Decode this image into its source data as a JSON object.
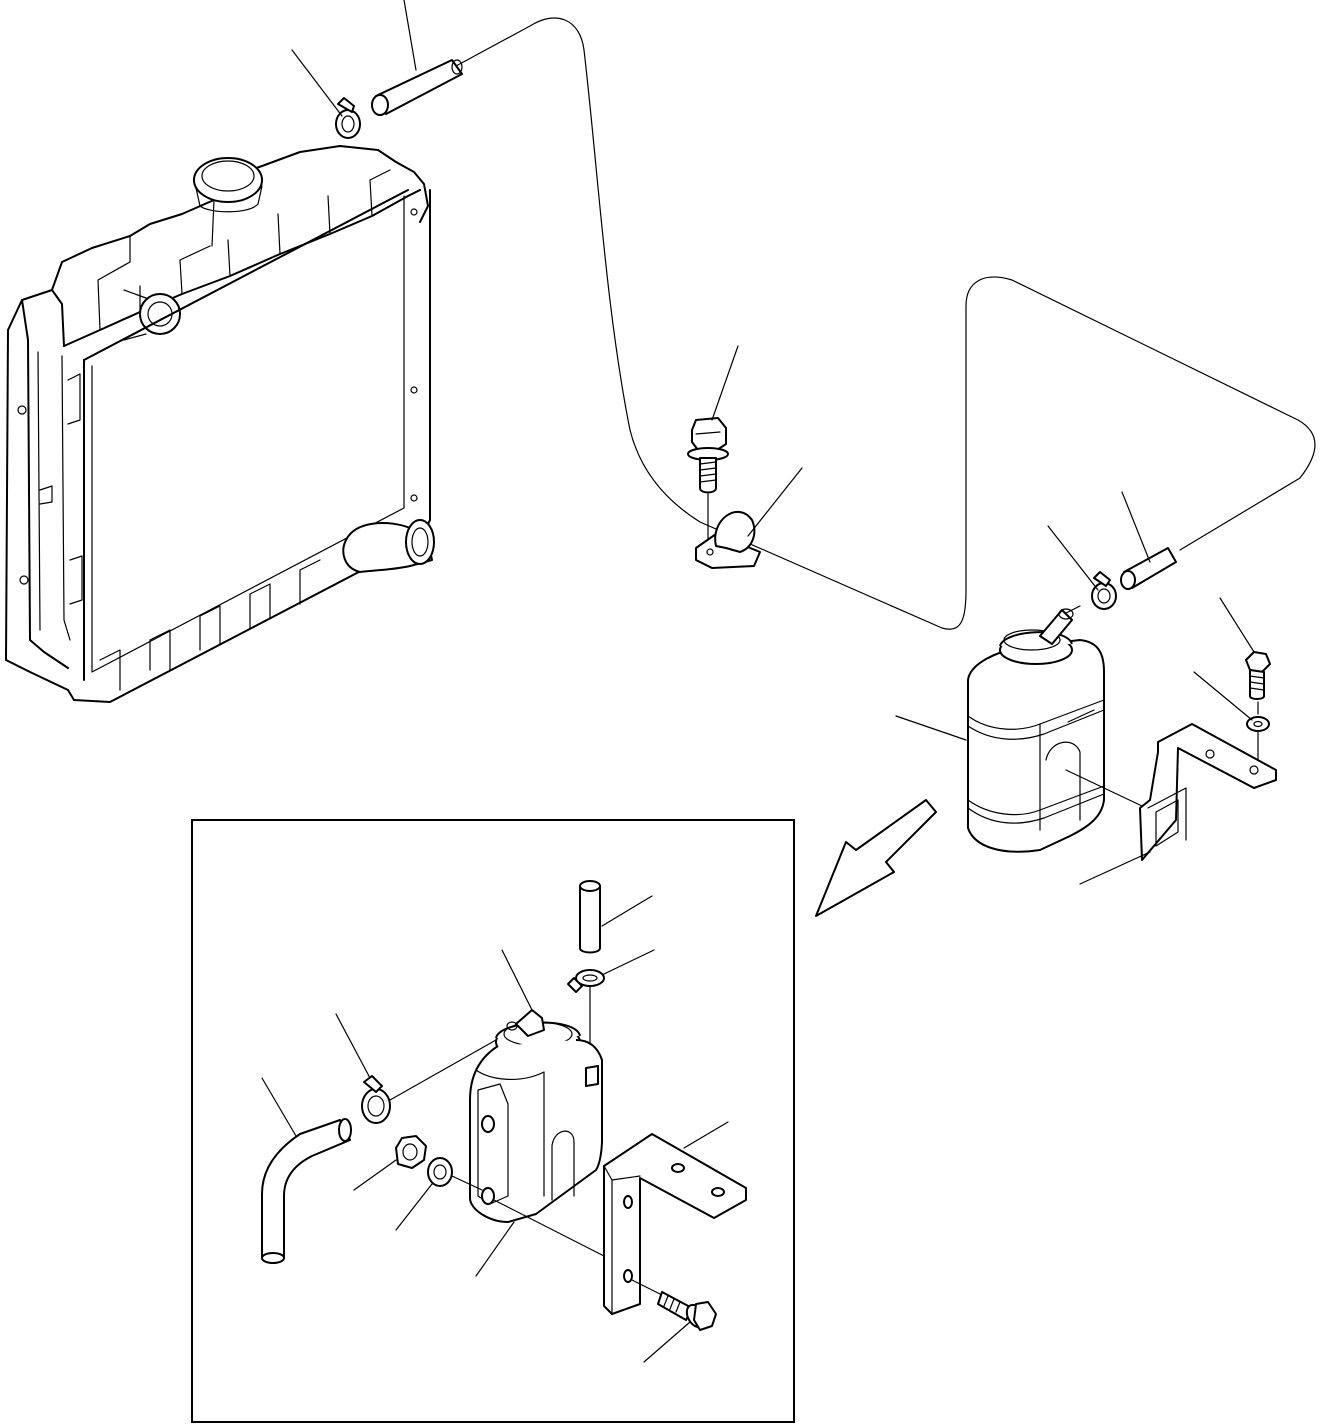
{
  "diagram": {
    "parts": [
      {
        "id": "radiator",
        "icon": "radiator-icon"
      },
      {
        "id": "overflow-hose-upper",
        "icon": "hose-icon"
      },
      {
        "id": "hose-clamp-upper",
        "icon": "clamp-icon"
      },
      {
        "id": "mounting-bolt",
        "icon": "bolt-icon"
      },
      {
        "id": "hose-clip",
        "icon": "clip-icon"
      },
      {
        "id": "overflow-hose-lower",
        "icon": "hose-icon"
      },
      {
        "id": "hose-clamp-lower",
        "icon": "clamp-icon"
      },
      {
        "id": "reserve-tank",
        "icon": "tank-icon"
      },
      {
        "id": "tank-bolt",
        "icon": "bolt-icon"
      },
      {
        "id": "tank-washer",
        "icon": "washer-icon"
      },
      {
        "id": "tank-bracket",
        "icon": "bracket-icon"
      }
    ],
    "detail_view": {
      "parts": [
        {
          "id": "detail-pipe",
          "icon": "pipe-icon"
        },
        {
          "id": "detail-clamp-top",
          "icon": "clamp-icon"
        },
        {
          "id": "detail-cap",
          "icon": "cap-icon"
        },
        {
          "id": "detail-clamp-left",
          "icon": "clamp-icon"
        },
        {
          "id": "detail-hose",
          "icon": "hose-icon"
        },
        {
          "id": "detail-nut",
          "icon": "nut-icon"
        },
        {
          "id": "detail-washer",
          "icon": "washer-icon"
        },
        {
          "id": "detail-tank",
          "icon": "tank-icon"
        },
        {
          "id": "detail-bracket",
          "icon": "bracket-icon"
        },
        {
          "id": "detail-bolt",
          "icon": "bolt-icon"
        }
      ]
    }
  }
}
